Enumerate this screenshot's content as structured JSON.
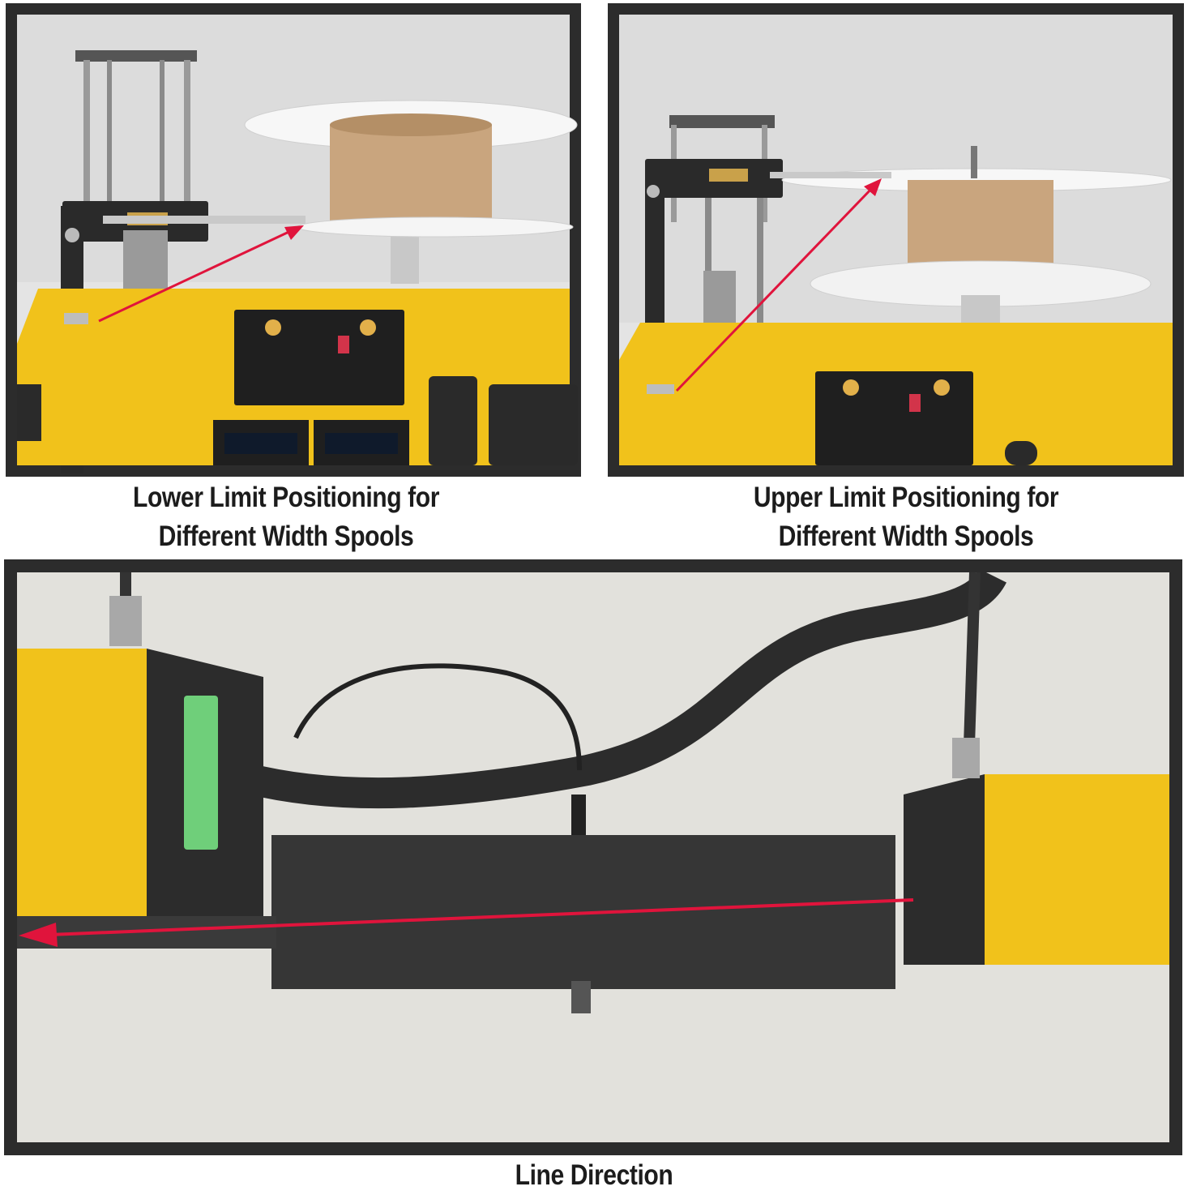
{
  "panels": {
    "top_left": {
      "caption_line1": "Lower Limit Positioning for",
      "caption_line2": "Different Width Spools"
    },
    "top_right": {
      "caption_line1": "Upper Limit Positioning for",
      "caption_line2": "Different Width Spools"
    },
    "bottom": {
      "caption": "Line Direction"
    }
  },
  "colors": {
    "machine_yellow": "#f1c21b",
    "arrow_red": "#e0143c",
    "frame": "#2c2c2c",
    "spool_paper": "#c9a57e"
  }
}
